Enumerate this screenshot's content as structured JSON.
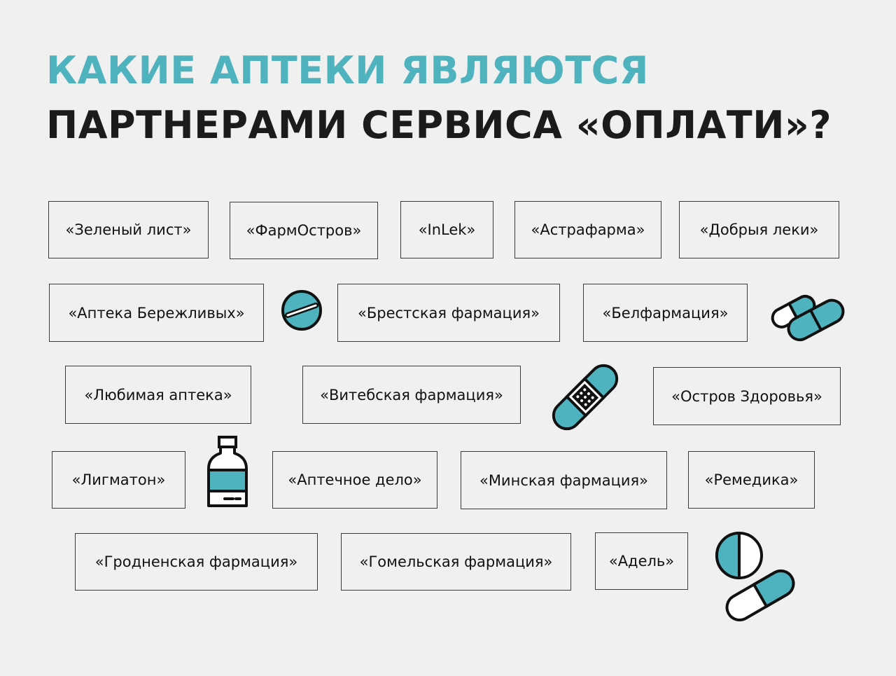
{
  "title": {
    "line1": "КАКИЕ АПТЕКИ ЯВЛЯЮТСЯ",
    "line2": "ПАРТНЕРАМИ СЕРВИСА «ОПЛАТИ»?"
  },
  "pharmacies": [
    "«Зеленый лист»",
    "«ФармОстров»",
    "«InLek»",
    "«Астрафарма»",
    "«Добрыя леки»",
    "«Аптека Бережливых»",
    "«Брестская фармация»",
    "«Белфармация»",
    "«Любимая аптека»",
    "«Витебская фармация»",
    "«Остров Здоровья»",
    "«Лигматон»",
    "«Аптечное дело»",
    "«Минская фармация»",
    "«Ремедика»",
    "«Гродненская фармация»",
    "«Гомельская фармация»",
    "«Адель»"
  ],
  "icons": [
    "pill-tablet-icon",
    "capsules-icon",
    "bandage-icon",
    "medicine-bottle-icon",
    "pills-icon"
  ],
  "colors": {
    "accent": "#4fb3bf",
    "title_dark": "#1b1b1b",
    "background": "#f0f0f0",
    "border": "#3a3a3a"
  }
}
